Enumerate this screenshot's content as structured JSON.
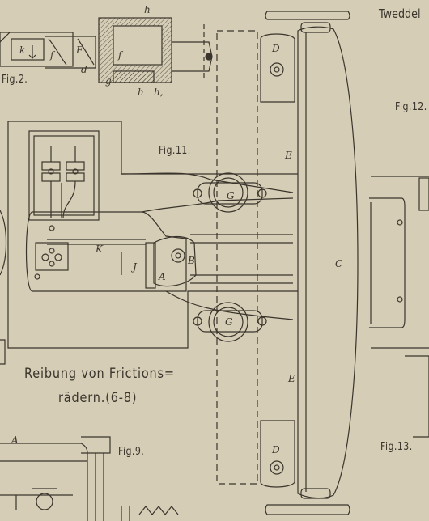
{
  "page": {
    "header_cut": "Tweddel",
    "caption": {
      "line1": "Reibung von Frictions=",
      "line2": "rädern.(6-8)"
    }
  },
  "figures": {
    "fig2": {
      "label": "Fig.2.",
      "letters": [
        "k",
        "F",
        "f",
        "f",
        "d",
        "g",
        "h",
        "h",
        "h,"
      ]
    },
    "fig9": {
      "label": "Fig.9.",
      "letters": [
        "A"
      ]
    },
    "fig11": {
      "label": "Fig.11.",
      "letters": [
        "D",
        "D",
        "E",
        "E",
        "G",
        "G",
        "C",
        "B",
        "A",
        "J",
        "K"
      ]
    },
    "fig12": {
      "label": "Fig.12."
    },
    "fig13": {
      "label": "Fig.13."
    }
  },
  "colors": {
    "paper": "#d6cdb6",
    "ink": "#3a352c",
    "shade": "#b9ae95"
  }
}
